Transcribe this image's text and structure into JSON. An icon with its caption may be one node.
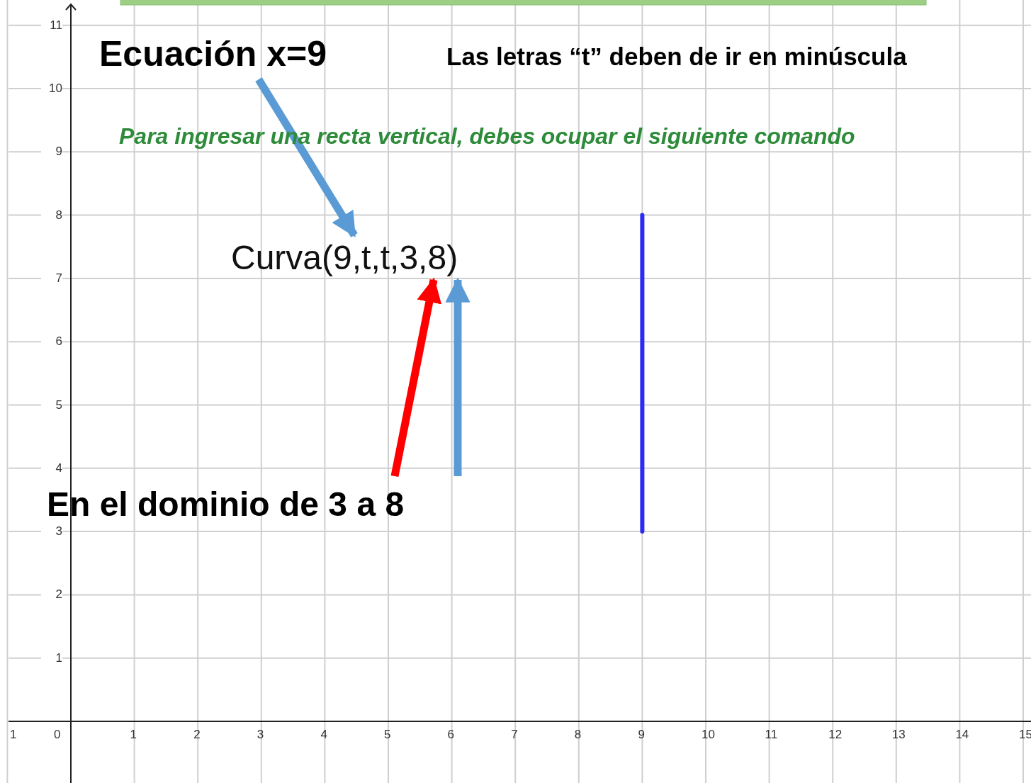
{
  "diagram": {
    "nodes": [
      {
        "text": [
          "Ecuación x=9"
        ]
      },
      {
        "text": [
          "Curva(9,t,t,3,8)"
        ]
      },
      {
        "text": [
          "En el dominio de 3 a 8"
        ]
      }
    ],
    "edges": [
      {
        "from": 0,
        "to": 1,
        "arrow": "to"
      },
      {
        "from": 2,
        "to": 1,
        "arrow": "to",
        "color": "#ff0000"
      },
      {
        "from": 2,
        "to": 1,
        "arrow": "to"
      }
    ],
    "labels": [
      "Las letras “t” deben de ir en minúscula",
      "Para ingresar una recta vertical, debes ocupar el siguiente comando",
      "11",
      "10",
      "9",
      "8",
      "7",
      "6",
      "5",
      "4",
      "3",
      "2",
      "1",
      "1",
      "0",
      "1",
      "2",
      "3",
      "4",
      "5",
      "6",
      "7",
      "8",
      "9",
      "10",
      "11",
      "12",
      "13",
      "14",
      "15"
    ]
  }
}
